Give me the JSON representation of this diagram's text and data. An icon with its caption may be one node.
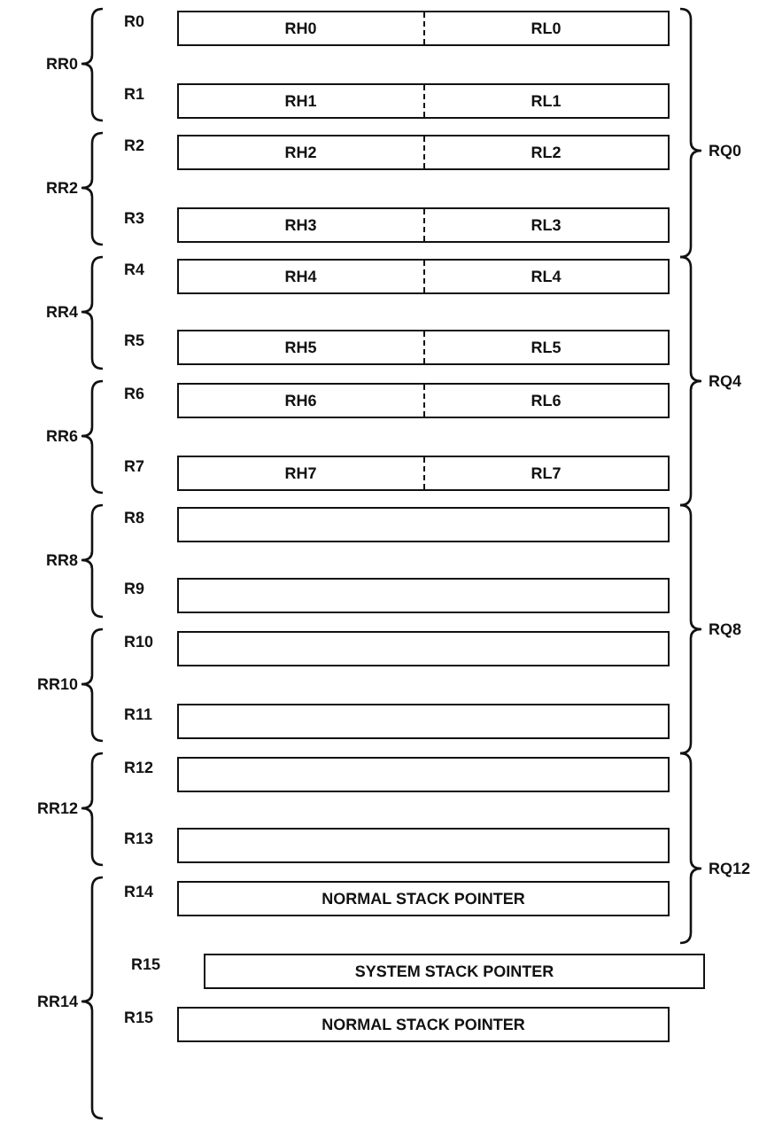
{
  "diagram": {
    "nodes": [
      {
        "text": [
          "RH0",
          "RL0"
        ],
        "beside": [
          "R0"
        ]
      },
      {
        "text": [
          "RH1",
          "RL1"
        ],
        "beside": [
          "R1"
        ]
      },
      {
        "text": [
          "RH2",
          "RL2"
        ],
        "beside": [
          "R2"
        ]
      },
      {
        "text": [
          "RH3",
          "RL3"
        ],
        "beside": [
          "R3"
        ]
      },
      {
        "text": [
          "RH4",
          "RL4"
        ],
        "beside": [
          "R4"
        ]
      },
      {
        "text": [
          "RH5",
          "RL5"
        ],
        "beside": [
          "R5"
        ]
      },
      {
        "text": [
          "RH6",
          "RL6"
        ],
        "beside": [
          "R6"
        ]
      },
      {
        "text": [
          "RH7",
          "RL7"
        ],
        "beside": [
          "R7"
        ]
      },
      {
        "text": [],
        "shape": "box",
        "beside": [
          "R8"
        ]
      },
      {
        "text": [],
        "shape": "box",
        "beside": [
          "R9"
        ]
      },
      {
        "text": [],
        "shape": "box",
        "beside": [
          "R10"
        ]
      },
      {
        "text": [],
        "shape": "box",
        "beside": [
          "R11"
        ]
      },
      {
        "text": [],
        "shape": "box",
        "beside": [
          "R12"
        ]
      },
      {
        "text": [],
        "shape": "box",
        "beside": [
          "R13"
        ]
      },
      {
        "text": [
          "NORMAL STACK POINTER"
        ],
        "beside": [
          "R14"
        ]
      },
      {
        "text": [
          "SYSTEM STACK POINTER"
        ],
        "beside": [
          "R15"
        ]
      },
      {
        "text": [
          "NORMAL STACK POINTER"
        ],
        "beside": [
          "R15"
        ]
      }
    ],
    "labels": [
      "RR0",
      "RQ0",
      "RR2",
      "RR4",
      "RQ4",
      "RR6",
      "RR8",
      "RQ8",
      "RR10",
      "RR12",
      "RQ12",
      "RR14"
    ]
  }
}
